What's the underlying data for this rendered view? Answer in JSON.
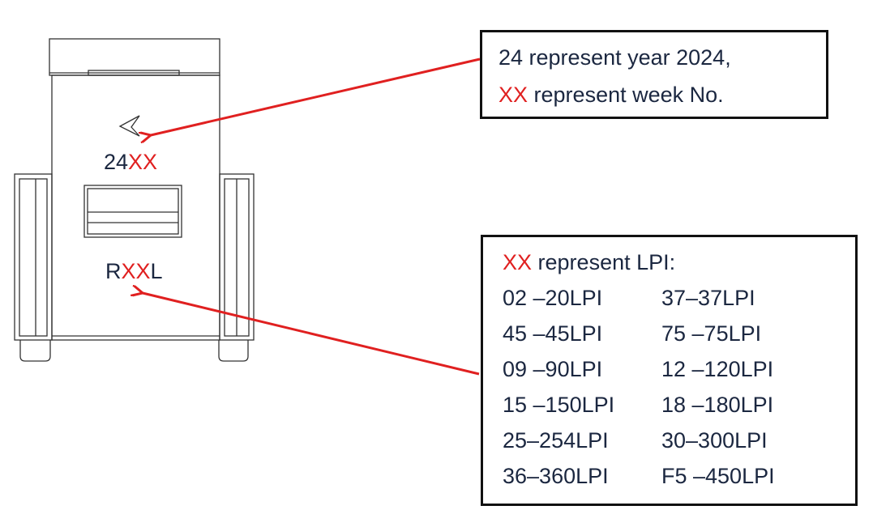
{
  "date_code": {
    "digits": "24",
    "placeholder": "XX"
  },
  "lpi_code": {
    "prefix": "R",
    "placeholder": "XX",
    "suffix": "L"
  },
  "date_box": {
    "line1": "24 represent year 2024,",
    "line2_highlight": "XX",
    "line2_rest": " represent week No."
  },
  "lpi_box": {
    "heading_highlight": "XX",
    "heading_rest": " represent LPI:",
    "left_column": [
      "02 –20LPI",
      "45 –45LPI",
      "09 –90LPI",
      "15 –150LPI",
      "25–254LPI",
      "36–360LPI"
    ],
    "right_column": [
      "37–37LPI",
      "75 –75LPI",
      "12 –120LPI",
      "18 –180LPI",
      "30–300LPI",
      "F5 –450LPI"
    ]
  },
  "colors": {
    "highlight": "#e02020",
    "arrow": "#e02020",
    "text": "#1b2740",
    "outline": "#333333"
  }
}
